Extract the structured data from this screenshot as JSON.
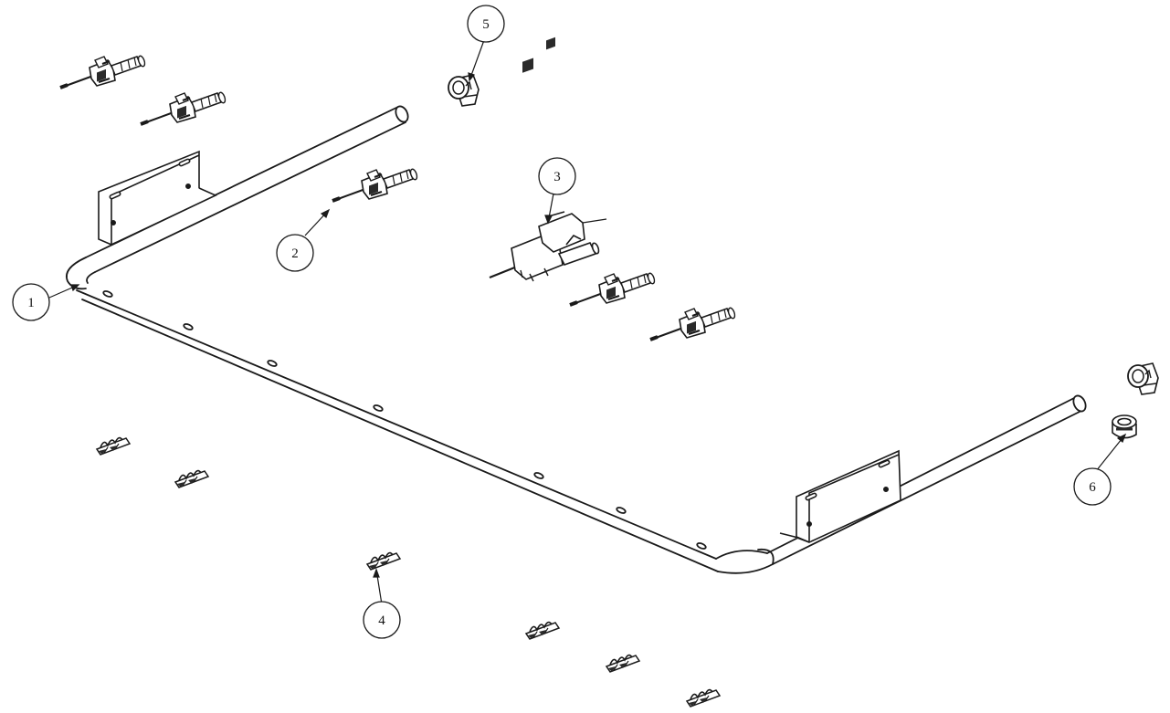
{
  "diagram": {
    "type": "exploded-parts-assembly",
    "colors": {
      "line": "#1a1a1a",
      "fill": "#ffffff",
      "shade": "#2a2a2a"
    },
    "callouts": [
      {
        "id": "c1",
        "label": "1",
        "part": "manifold-pipe"
      },
      {
        "id": "c2",
        "label": "2",
        "part": "gas-valve"
      },
      {
        "id": "c3",
        "label": "3",
        "part": "safety-valve-assembly"
      },
      {
        "id": "c4",
        "label": "4",
        "part": "valve-clip"
      },
      {
        "id": "c5",
        "label": "5",
        "part": "pipe-clamp"
      },
      {
        "id": "c6",
        "label": "6",
        "part": "end-cap"
      }
    ]
  }
}
